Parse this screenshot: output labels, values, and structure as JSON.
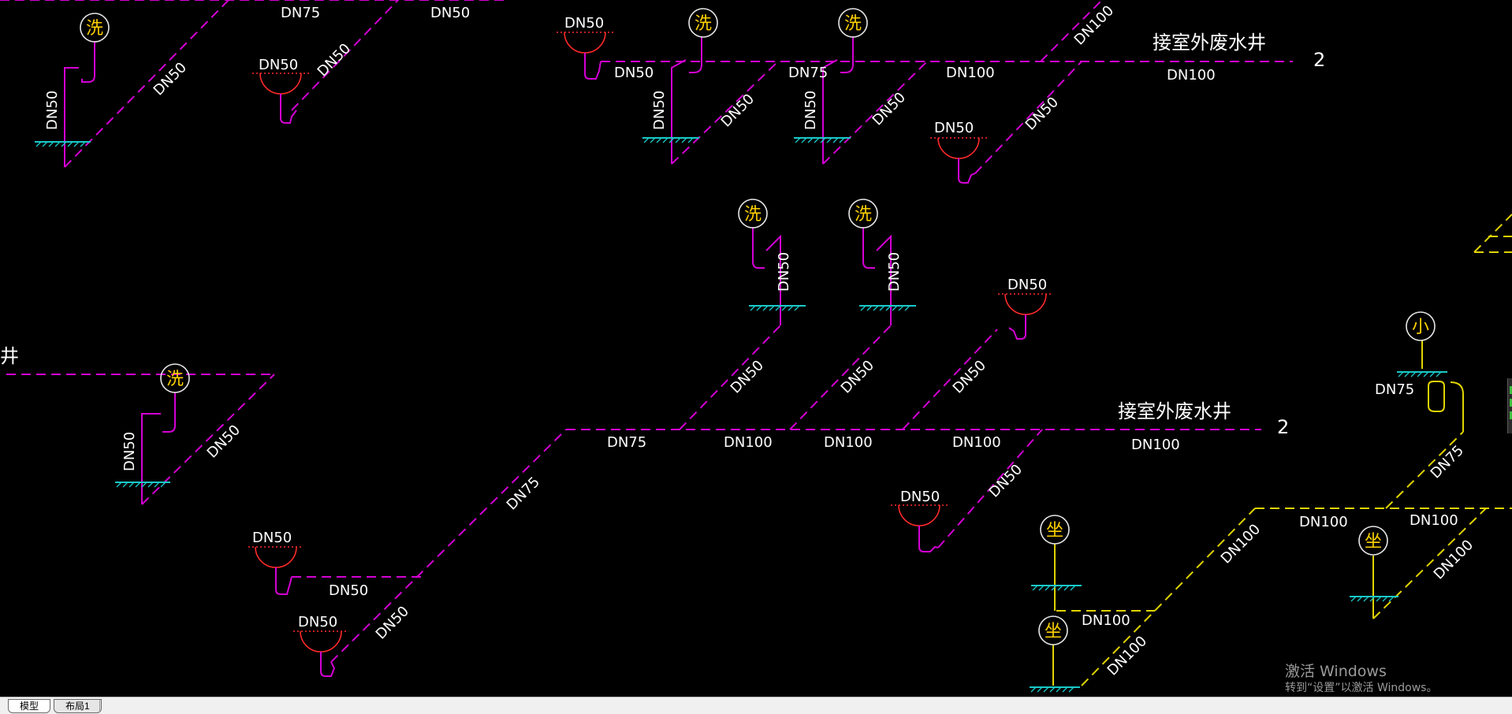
{
  "colors": {
    "background": "#000000",
    "waste_pipe": "#d400d4",
    "toilet_pipe": "#e0d400",
    "floor_drain": "#ff2a2a",
    "floor_hatch": "#19c9c9",
    "text": "#ffffff",
    "fixture_text": "#ffd200"
  },
  "symbols": {
    "wash": "洗",
    "toilet": "坐",
    "urinal": "小"
  },
  "labels": {
    "dn50": "DN50",
    "dn75": "DN75",
    "dn100": "DN100",
    "outdoor_well": "接室外废水井",
    "well_fragment": "井",
    "section_mark": "2"
  },
  "tabs": {
    "model": "模型",
    "layout1": "布局1"
  },
  "watermark": {
    "title": "激活 Windows",
    "subtitle": "转到“设置”以激活 Windows。"
  }
}
